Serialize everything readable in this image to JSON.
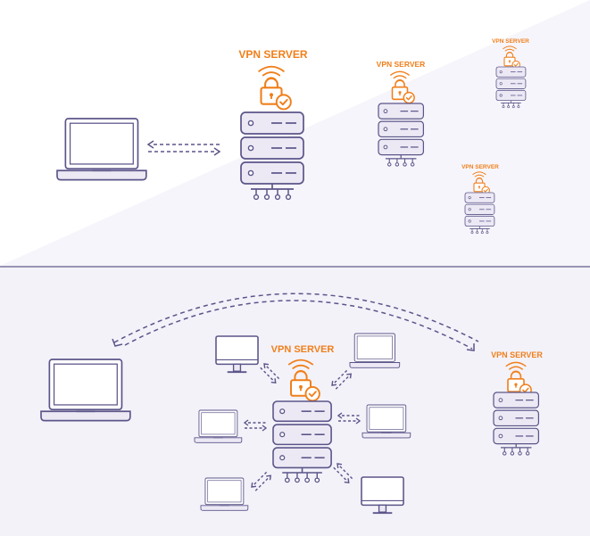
{
  "colors": {
    "outline": "#5b5589",
    "fill_light": "#ece9f5",
    "fill_screen": "#ffffff",
    "accent": "#f07f1a",
    "panel_top": "#f6f5fb",
    "panel_bottom": "#f3f2f9",
    "divider": "#5b5589"
  },
  "top": {
    "server_main_label": "VPN SERVER",
    "server_2_label": "VPN SERVER",
    "server_3_label": "VPN SERVER",
    "server_4_label": "VPN SERVER"
  },
  "bottom": {
    "server_hub_label": "VPN SERVER",
    "server_remote_label": "VPN SERVER"
  }
}
